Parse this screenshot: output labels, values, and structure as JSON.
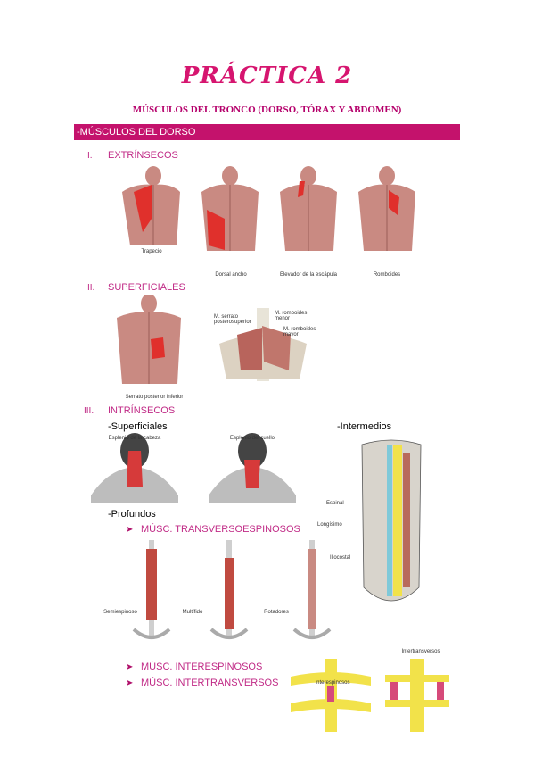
{
  "document": {
    "title": "PRÁCTICA 2",
    "subtitle": "MÚSCULOS DEL TRONCO (DORSO, TÓRAX Y ABDOMEN)",
    "section_header": "-MÚSCULOS DEL DORSO"
  },
  "sections": [
    {
      "numeral": "I.",
      "label": "EXTRÍNSECOS"
    },
    {
      "numeral": "II.",
      "label": "SUPERFICIALES"
    },
    {
      "numeral": "III.",
      "label": "INTRÍNSECOS"
    }
  ],
  "extrinsecos_captions": [
    "Trapecio",
    "Dorsal ancho",
    "Elevador de la escápula",
    "Romboides"
  ],
  "superficiales_captions": {
    "serrato": "Serrato posterior inferior",
    "labels": [
      "M. serrato posterosuperior",
      "M. romboides menor",
      "M. romboides mayor"
    ]
  },
  "intrinsecos": {
    "superficiales": "-Superficiales",
    "intermedios": "-Intermedios",
    "profundos": "-Profundos",
    "sup_captions": [
      "Esplenio de la cabeza",
      "Esplenio del cuello"
    ],
    "int_labels": [
      "Espinal",
      "Longísimo",
      "Iliocostal"
    ],
    "bullets": [
      "MÚSC. TRANSVERSOESPINOSOS",
      "MÚSC. INTERESPINOSOS",
      "MÚSC. INTERTRANSVERSOS"
    ],
    "prof_captions": [
      "Semiespinoso",
      "Multífido",
      "Rotadores"
    ],
    "vert_labels": [
      "Interespinosos",
      "Intertransversos"
    ]
  },
  "colors": {
    "accent": "#c4126c",
    "muscle": "#c98a82",
    "highlight": "#e0302c",
    "bone": "#e8e4d8",
    "yellow": "#f2e24a"
  }
}
